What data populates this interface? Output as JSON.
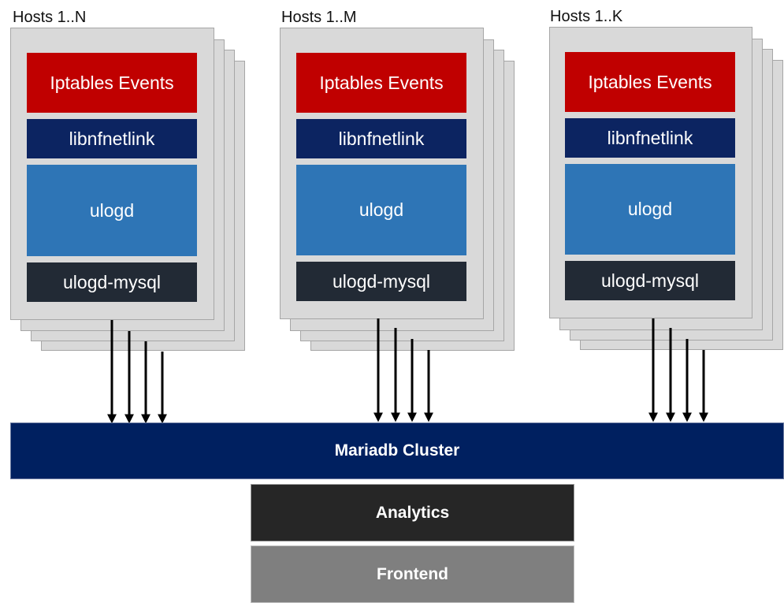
{
  "groups": [
    {
      "label": "Hosts 1..N",
      "layers": [
        "Iptables Events",
        "libnfnetlink",
        "ulogd",
        "ulogd-mysql"
      ]
    },
    {
      "label": "Hosts 1..M",
      "layers": [
        "Iptables Events",
        "libnfnetlink",
        "ulogd",
        "ulogd-mysql"
      ]
    },
    {
      "label": "Hosts 1..K",
      "layers": [
        "Iptables Events",
        "libnfnetlink",
        "ulogd",
        "ulogd-mysql"
      ]
    }
  ],
  "cluster": {
    "label": "Mariadb Cluster"
  },
  "analytics": {
    "label": "Analytics"
  },
  "frontend": {
    "label": "Frontend"
  },
  "colors": {
    "iptables": "#c00000",
    "libnfnetlink": "#0c2461",
    "ulogd": "#2e75b6",
    "ulogd_mysql": "#222a35",
    "cluster": "#002060",
    "analytics": "#262626",
    "frontend": "#7f7f7f",
    "host_sheet": "#d9d9d9"
  }
}
